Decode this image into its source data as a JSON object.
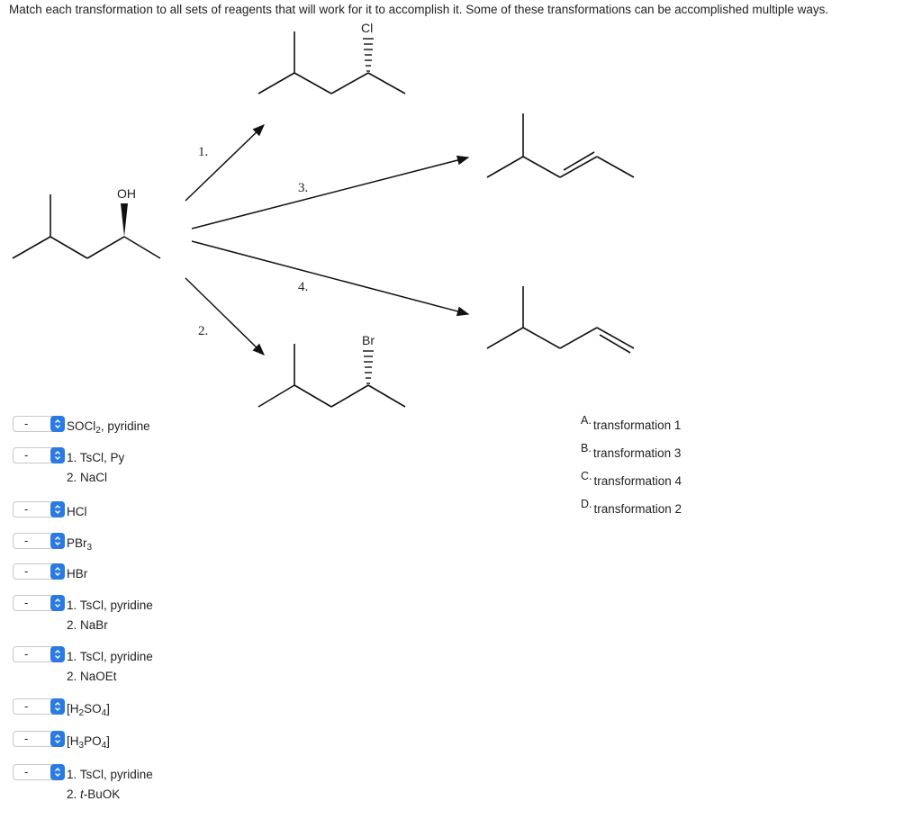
{
  "instruction": "Match each transformation to all sets of reagents that will work for it to accomplish it. Some of these transformations can be accomplished multiple ways.",
  "diagram": {
    "atoms": {
      "oh": "OH",
      "cl": "Cl",
      "br": "Br"
    },
    "steps": [
      "1.",
      "2.",
      "3.",
      "4."
    ]
  },
  "matches": [
    {
      "selected": "-",
      "lines": [
        {
          "pre": "SOCl",
          "sub": "2",
          "post": ", pyridine"
        }
      ]
    },
    {
      "selected": "-",
      "lines": [
        {
          "pre": "1. TsCl, Py"
        },
        {
          "pre": "2. NaCl"
        }
      ]
    },
    {
      "selected": "-",
      "lines": [
        {
          "pre": "HCl"
        }
      ]
    },
    {
      "selected": "-",
      "lines": [
        {
          "pre": "PBr",
          "sub": "3"
        }
      ]
    },
    {
      "selected": "-",
      "lines": [
        {
          "pre": "HBr"
        }
      ]
    },
    {
      "selected": "-",
      "lines": [
        {
          "pre": "1. TsCl, pyridine"
        },
        {
          "pre": "2. NaBr"
        }
      ]
    },
    {
      "selected": "-",
      "lines": [
        {
          "pre": "1. TsCl, pyridine"
        },
        {
          "pre": "2. NaOEt"
        }
      ]
    },
    {
      "selected": "-",
      "lines": [
        {
          "pre": "[H",
          "sub": "2",
          "post": "SO",
          "sub2": "4",
          "post2": "]"
        }
      ]
    },
    {
      "selected": "-",
      "lines": [
        {
          "pre": "[H",
          "sub": "3",
          "post": "PO",
          "sub2": "4",
          "post2": "]"
        }
      ]
    },
    {
      "selected": "-",
      "lines": [
        {
          "pre": "1. TsCl, pyridine"
        },
        {
          "pre": "2. ",
          "it": "t",
          "post": "-BuOK"
        }
      ]
    }
  ],
  "options": [
    {
      "letter": "A.",
      "text": "transformation 1"
    },
    {
      "letter": "B.",
      "text": "transformation 3"
    },
    {
      "letter": "C.",
      "text": "transformation 4"
    },
    {
      "letter": "D.",
      "text": "transformation 2"
    }
  ],
  "colors": {
    "stepper": "#2a7ae2",
    "border": "#c7c7c7",
    "text": "#222222"
  }
}
